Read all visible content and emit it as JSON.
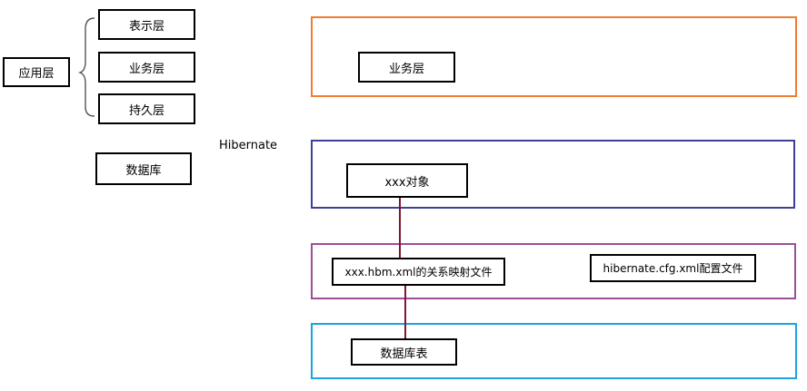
{
  "left": {
    "app_layer": "应用层",
    "presentation": "表示层",
    "business": "业务层",
    "persistence": "持久层",
    "database": "数据库"
  },
  "hibernate_label": "Hibernate",
  "right": {
    "business": "业务层",
    "object": "xxx对象",
    "mapping": "xxx.hbm.xml的关系映射文件",
    "config": "hibernate.cfg.xml配置文件",
    "db_table": "数据库表"
  },
  "colors": {
    "orange": "#ed7d31",
    "blue": "#3f3f9a",
    "purple": "#9b4f96",
    "cyan": "#1aa3e0",
    "connector": "#7f1730"
  }
}
